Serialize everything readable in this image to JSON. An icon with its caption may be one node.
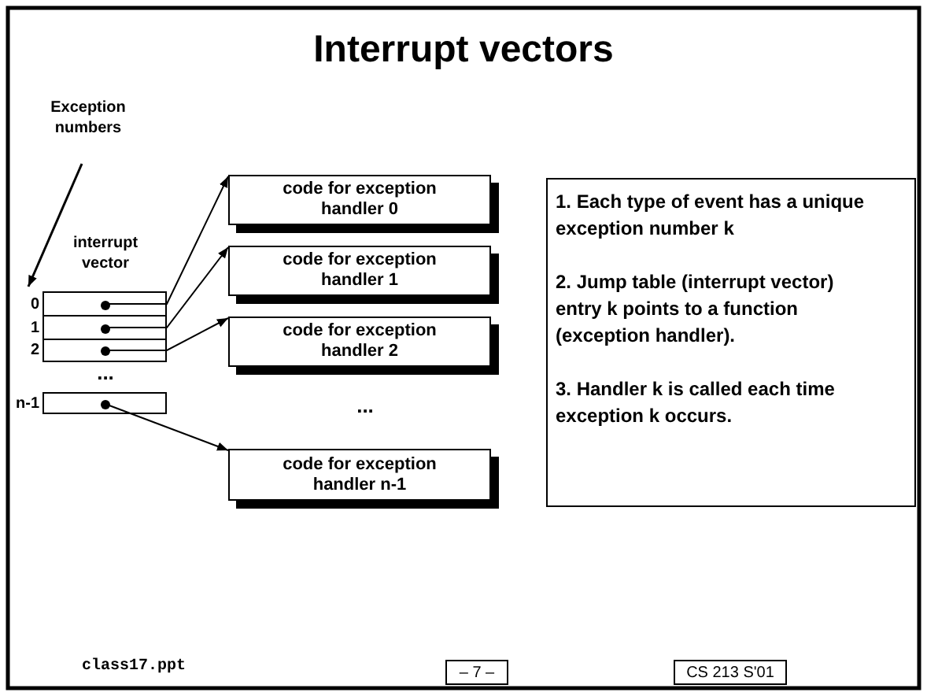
{
  "diagram": {
    "title": "Interrupt vectors",
    "nodes": [
      {
        "text": [
          "Exception numbers"
        ]
      },
      {
        "text": [
          "interrupt vector"
        ]
      },
      {
        "text": [],
        "shape": "box",
        "in": 1,
        "beside": [
          "0"
        ]
      },
      {
        "text": [],
        "shape": "box",
        "in": 1,
        "beside": [
          "1"
        ]
      },
      {
        "text": [],
        "shape": "box",
        "in": 1,
        "beside": [
          "2"
        ]
      },
      {
        "text": [],
        "shape": "box",
        "beside": [
          "n-1"
        ]
      },
      {
        "text": [
          "code for exception handler 0"
        ]
      },
      {
        "text": [
          "code for exception handler 1"
        ]
      },
      {
        "text": [
          "code for exception handler 2"
        ]
      },
      {
        "text": [
          "code for exception handler n-1"
        ]
      },
      {
        "text": [
          "1. Each type of event has a unique exception number k",
          "2. Jump table (interrupt vector) entry k points to a function (exception handler).",
          "3. Handler k is called each time exception k occurs."
        ]
      },
      {
        "text": [
          "– 7 –"
        ]
      },
      {
        "text": [
          "CS 213 S'01"
        ]
      }
    ],
    "edges": [
      {
        "from": 0,
        "to": 1,
        "arrow": "to"
      },
      {
        "from": 2,
        "to": 6,
        "arrow": "to"
      },
      {
        "from": 3,
        "to": 7,
        "arrow": "to"
      },
      {
        "from": 4,
        "to": 8,
        "arrow": "to"
      },
      {
        "from": 5,
        "to": 9,
        "arrow": "to"
      }
    ],
    "labels": [
      "...",
      "...",
      "class17.ppt"
    ]
  }
}
